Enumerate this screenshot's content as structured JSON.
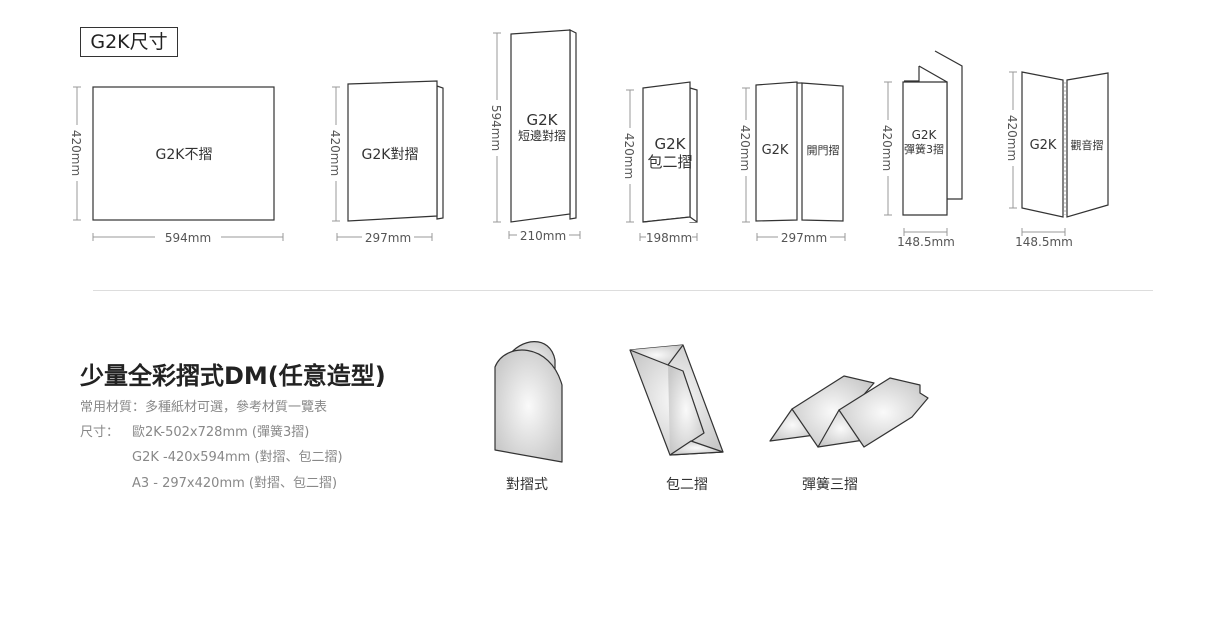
{
  "title": "G2K尺寸",
  "diagrams": [
    {
      "label": [
        "G2K不摺"
      ],
      "height": "420mm",
      "width": "594mm"
    },
    {
      "label": [
        "G2K對摺"
      ],
      "height": "420mm",
      "width": "297mm"
    },
    {
      "label": [
        "G2K",
        "短邊對摺"
      ],
      "height": "594mm",
      "width": "210mm"
    },
    {
      "label": [
        "G2K",
        "包二摺"
      ],
      "height": "420mm",
      "width": "198mm"
    },
    {
      "label": [
        "G2K",
        "開門摺"
      ],
      "height": "420mm",
      "width": "297mm"
    },
    {
      "label": [
        "G2K",
        "彈簧3摺"
      ],
      "height": "420mm",
      "width": "148.5mm"
    },
    {
      "label": [
        "G2K",
        "觀音摺"
      ],
      "height": "420mm",
      "width": "148.5mm"
    }
  ],
  "section": {
    "heading": "少量全彩摺式DM(任意造型)",
    "material": "常用材質：多種紙材可選，參考材質一覽表",
    "size_label": "尺寸：",
    "sizes": [
      "歐2K-502x728mm (彈簧3摺)",
      "G2K -420x594mm (對摺、包二摺)",
      "A3 - 297x420mm (對摺、包二摺)"
    ]
  },
  "illustrations": [
    {
      "label": "對摺式",
      "icon": "half-fold-icon"
    },
    {
      "label": "包二摺",
      "icon": "letter-fold-icon"
    },
    {
      "label": "彈簧三摺",
      "icon": "accordion-fold-icon"
    }
  ]
}
